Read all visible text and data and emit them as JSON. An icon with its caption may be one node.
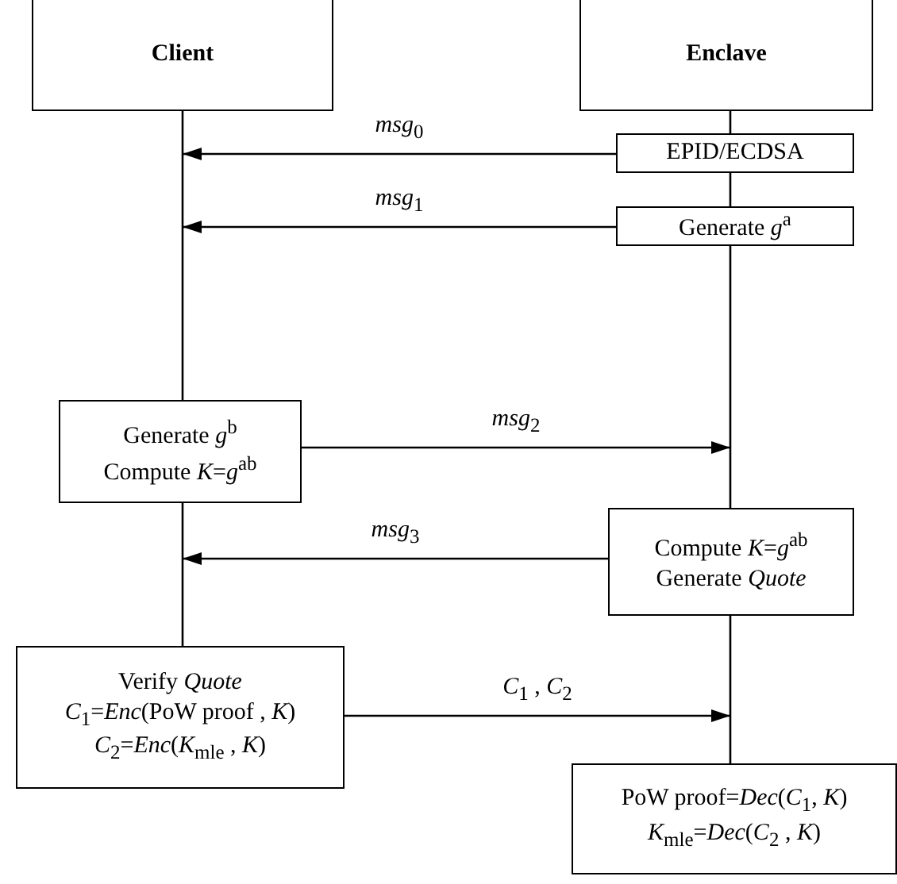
{
  "diagram": {
    "nodes": [
      {
        "text": [
          "Client"
        ]
      },
      {
        "text": [
          "Enclave"
        ]
      },
      {
        "text": [
          "EPID/ECDSA"
        ]
      },
      {
        "text": [
          "Generate *g*$^{a}$"
        ]
      },
      {
        "text": [
          "Generate *g*$^{b}$",
          "Compute *K*=*g*$^{ab}$"
        ]
      },
      {
        "text": [
          "Compute  *K*=*g*$^{ab}$",
          "Generate *Quote*"
        ]
      },
      {
        "text": [
          "Verify *Quote*",
          "*C*$_{1}$=*Enc*(PoW proof , *K*)",
          "*C*$_{2}$=*Enc*(*K*$_{mle}$ , *K*)"
        ]
      },
      {
        "text": [
          "PoW proof=*Dec*(*C*$_{1}$, *K*)",
          "*K*$_{mle}$=*Dec*(*C*$_{2}$ , *K*)"
        ]
      }
    ],
    "edges": [
      {
        "from": 0,
        "to": 4,
        "arrow": "none"
      },
      {
        "from": 4,
        "to": 6,
        "arrow": "none"
      },
      {
        "from": 1,
        "to": 2,
        "arrow": "none"
      },
      {
        "from": 2,
        "to": 3,
        "arrow": "none"
      },
      {
        "from": 3,
        "to": 5,
        "arrow": "none"
      },
      {
        "from": 5,
        "to": 7,
        "arrow": "none"
      },
      {
        "from": 2,
        "to": null,
        "arrow": "to",
        "label": "*msg*$_{0}$"
      },
      {
        "from": 3,
        "to": null,
        "arrow": "to",
        "label": "*msg*$_{1}$"
      },
      {
        "from": 4,
        "to": null,
        "arrow": "to",
        "label": "*msg*$_{2}$"
      },
      {
        "from": 5,
        "to": null,
        "arrow": "to",
        "label": "*msg*$_{3}$"
      },
      {
        "from": 6,
        "to": null,
        "arrow": "to",
        "label": "*C*$_{1}$ , *C*$_{2}$"
      }
    ]
  }
}
